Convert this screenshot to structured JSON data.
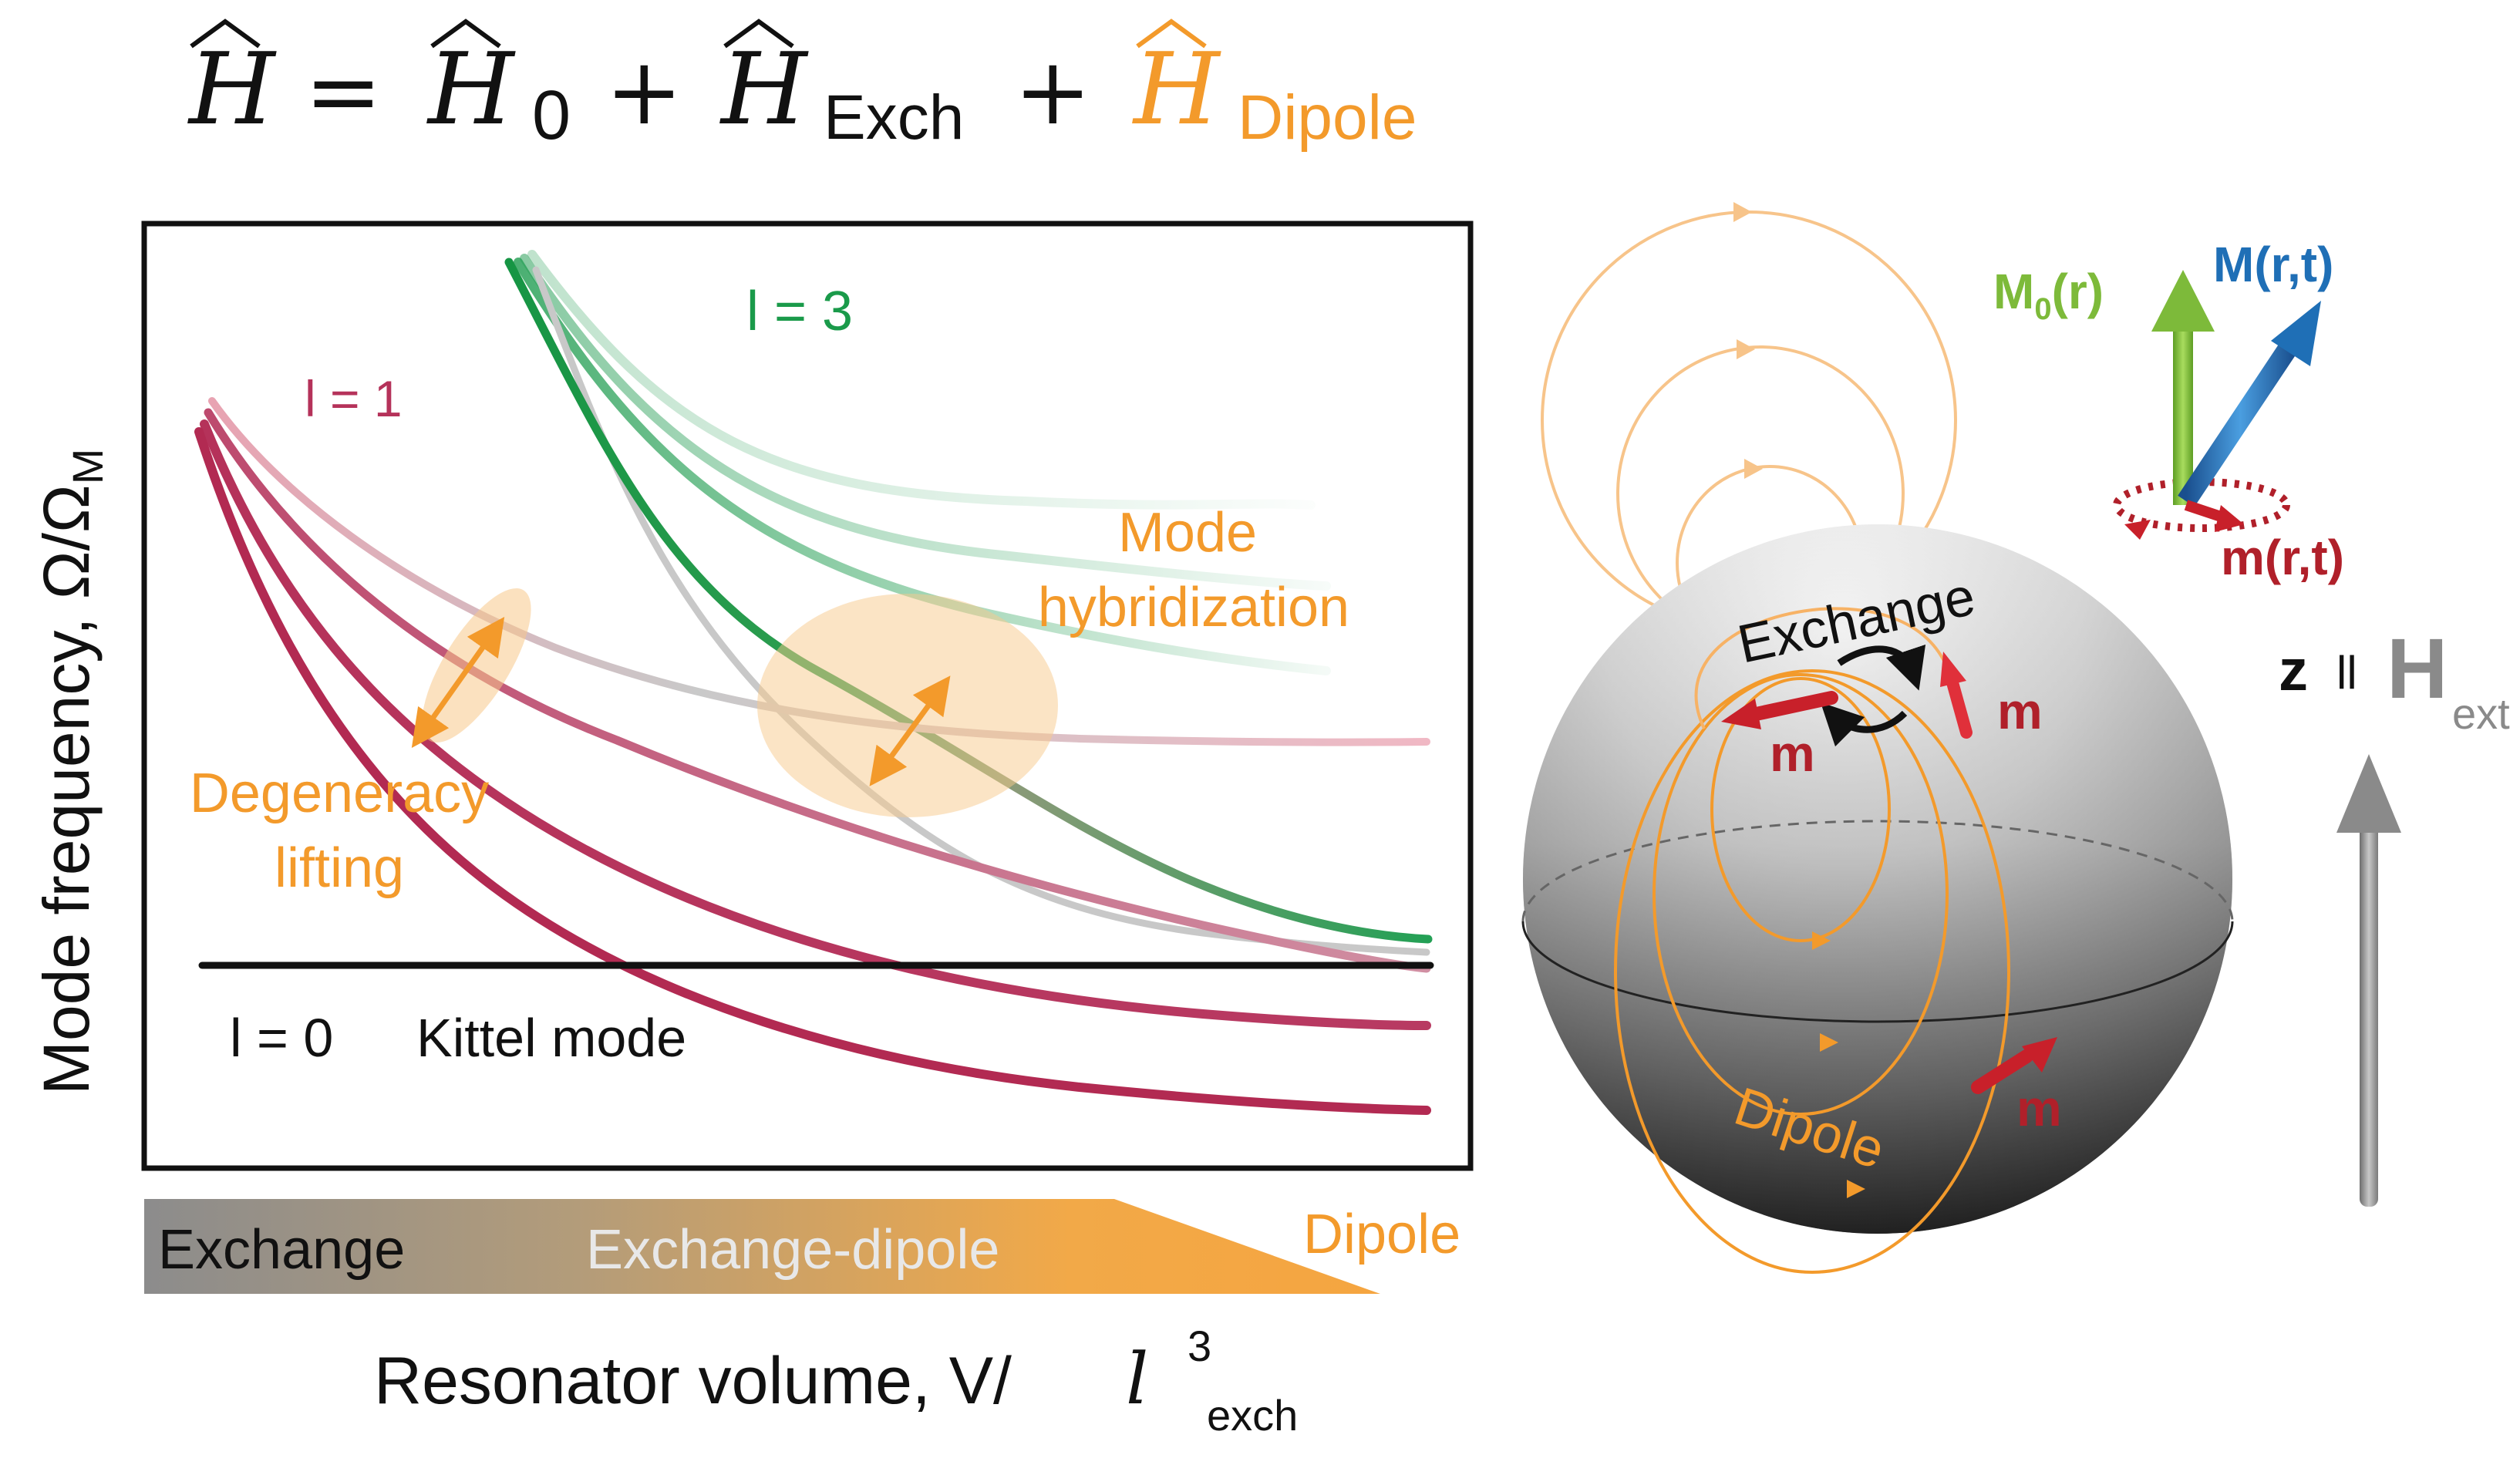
{
  "equation": {
    "lhs": "H",
    "equals": "=",
    "t0": "H",
    "t0_sub": "0",
    "plus1": "+",
    "t1": "H",
    "t1_sub": "Exch",
    "plus2": "+",
    "t2": "H",
    "t2_sub": "Dipole"
  },
  "plot": {
    "ylabel_main": "Mode frequency, Ω/Ω",
    "ylabel_sub": "M",
    "xlabel_main": "Resonator volume, V/ ",
    "xlabel_l": "l",
    "xlabel_sup": "3",
    "xlabel_sub": "exch",
    "label_l1": "l = 1",
    "label_l3": "l = 3",
    "label_l0": "l = 0",
    "label_kittel": "Kittel mode",
    "degeneracy_line1": "Degeneracy",
    "degeneracy_line2": "lifting",
    "hybrid_line1": "Mode",
    "hybrid_line2": "hybridization"
  },
  "regime_bar": {
    "exchange": "Exchange",
    "exchange_dipole": "Exchange-dipole",
    "dipole": "Dipole"
  },
  "sphere": {
    "exchange": "Exchange",
    "dipole": "Dipole",
    "m1": "m",
    "m2": "m",
    "m3": "m"
  },
  "vectors": {
    "M0": "M",
    "M0_sub": "0",
    "M0_tail": "(r)",
    "M": "M(r,t)",
    "m": "m(r,t)",
    "z": "z",
    "parallel": "ll",
    "H": "H",
    "H_sub": "ext"
  },
  "colors": {
    "orange": "#f39a2b",
    "l1": "#b5325a",
    "l3": "#1a9a4a",
    "black": "#111111",
    "m_green": "#7dba3a",
    "M_blue": "#1f6fb6",
    "m_red": "#c8202a",
    "gray_arrow": "#8a8a8a"
  }
}
